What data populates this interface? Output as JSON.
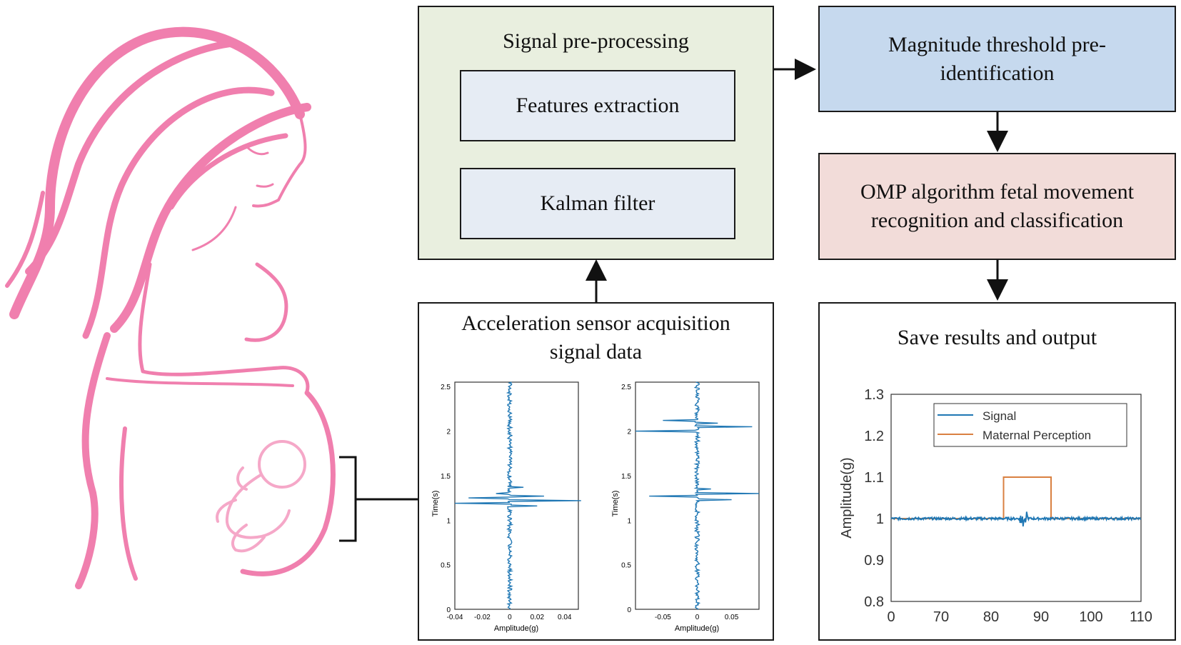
{
  "colors": {
    "preprocess_fill": "#e9efdf",
    "inner_fill": "#e6ecf4",
    "threshold_fill": "#c6d9ee",
    "omp_fill": "#f2dcd9",
    "figure_pink": "#f07fae",
    "fetus_pink": "#f5a8c8",
    "signal_blue": "#1f77b4",
    "perception_orange": "#d98041",
    "marker_green": "#22dd22"
  },
  "preprocess": {
    "title": "Signal pre-processing",
    "features": "Features extraction",
    "kalman": "Kalman filter"
  },
  "threshold": {
    "title": "Magnitude threshold pre-identification"
  },
  "omp": {
    "title": "OMP algorithm fetal movement recognition and classification"
  },
  "acquisition": {
    "title": "Acceleration sensor acquisition signal data",
    "plot_left": {
      "ylabel": "Time(s)",
      "xlabel": "Amplitude(g)",
      "xticks": [
        "-0.04",
        "-0.02",
        "0",
        "0.02",
        "0.04"
      ],
      "yticks": [
        "0",
        "0.5",
        "1",
        "1.5",
        "2",
        "2.5"
      ]
    },
    "plot_right": {
      "ylabel": "Time(s)",
      "xlabel": "Amplitude(g)",
      "xticks": [
        "-0.05",
        "0",
        "0.05"
      ],
      "yticks": [
        "0",
        "0.5",
        "1",
        "1.5",
        "2",
        "2.5"
      ]
    }
  },
  "output": {
    "title": "Save results and output",
    "ylabel": "Amplitude(g)",
    "xticks": [
      "0",
      "70",
      "80",
      "90",
      "100",
      "110"
    ],
    "yticks": [
      "0.8",
      "0.9",
      "1",
      "1.1",
      "1.2",
      "1.3"
    ],
    "legend": [
      "Signal",
      "Maternal Perception"
    ]
  },
  "chart_data": [
    {
      "type": "line",
      "xlabel": "Amplitude(g)",
      "ylabel": "Time(s)",
      "xlim": [
        -0.04,
        0.05
      ],
      "ylim": [
        0,
        2.55
      ],
      "series": [
        {
          "peaks": [
            {
              "t": 1.27,
              "a": 0.025
            },
            {
              "t": 1.25,
              "a": -0.03
            },
            {
              "t": 1.22,
              "a": 0.052
            },
            {
              "t": 1.19,
              "a": -0.04
            },
            {
              "t": 1.16,
              "a": 0.02
            },
            {
              "t": 1.3,
              "a": -0.01
            },
            {
              "t": 1.37,
              "a": 0.01
            }
          ]
        }
      ]
    },
    {
      "type": "line",
      "xlabel": "Amplitude(g)",
      "ylabel": "Time(s)",
      "xlim": [
        -0.09,
        0.09
      ],
      "ylim": [
        0,
        2.55
      ],
      "series": [
        {
          "peaks": [
            {
              "t": 2.12,
              "a": -0.05
            },
            {
              "t": 2.09,
              "a": 0.03
            },
            {
              "t": 2.05,
              "a": 0.08
            },
            {
              "t": 2.0,
              "a": -0.09
            },
            {
              "t": 1.3,
              "a": 0.09
            },
            {
              "t": 1.27,
              "a": -0.07
            },
            {
              "t": 1.23,
              "a": 0.05
            },
            {
              "t": 1.35,
              "a": 0.02
            }
          ]
        }
      ]
    },
    {
      "type": "line",
      "ylabel": "Amplitude(g)",
      "xlim": [
        60,
        110
      ],
      "ylim": [
        0.8,
        1.3
      ],
      "series": [
        {
          "name": "Signal",
          "baseline": 1.0,
          "burst_x": 86.5,
          "burst_amp": 0.02
        },
        {
          "name": "Maternal Perception",
          "x": [
            60,
            82.5,
            82.5,
            92,
            92,
            110
          ],
          "y": [
            1.0,
            1.0,
            1.1,
            1.1,
            1.0,
            1.0
          ]
        }
      ]
    }
  ]
}
